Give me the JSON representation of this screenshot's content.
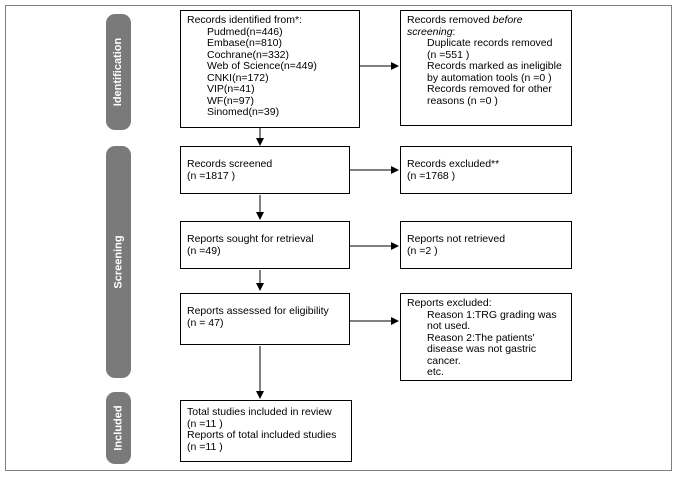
{
  "phases": {
    "identification": "Identification",
    "screening": "Screening",
    "included": "Included"
  },
  "identified": {
    "title": "Records identified from*:",
    "sources": [
      "Pudmed(n=446)",
      "Embase(n=810)",
      "Cochrane(n=332)",
      "Web of Science(n=449)",
      "CNKI(n=172)",
      "VIP(n=41)",
      "WF(n=97)",
      "Sinomed(n=39)"
    ]
  },
  "removed": {
    "title_prefix": "Records removed ",
    "title_em": "before screening",
    "title_suffix": ":",
    "items": [
      "Duplicate records removed",
      "(n =551 )",
      "Records marked as ineligible",
      "by automation tools (n =0 )",
      "Records removed for other",
      "reasons (n =0 )"
    ]
  },
  "screened": {
    "label": "Records screened",
    "count": "(n =1817 )"
  },
  "excluded": {
    "label": "Records excluded**",
    "count": "(n =1768 )"
  },
  "sought": {
    "label": "Reports sought for retrieval",
    "count": "(n =49)"
  },
  "not_retrieved": {
    "label": "Reports not retrieved",
    "count": "(n =2 )"
  },
  "assessed": {
    "label": "Reports assessed for eligibility",
    "count": "(n = 47)"
  },
  "reports_excluded": {
    "title": "Reports excluded:",
    "items": [
      "Reason 1:TRG grading was",
      "not used.",
      "Reason 2:The patients'",
      "disease was not gastric",
      "cancer.",
      "etc."
    ]
  },
  "included": {
    "lines": [
      "Total studies included in review",
      "(n =11 )",
      "Reports of total included studies",
      "(n =11 )"
    ]
  }
}
